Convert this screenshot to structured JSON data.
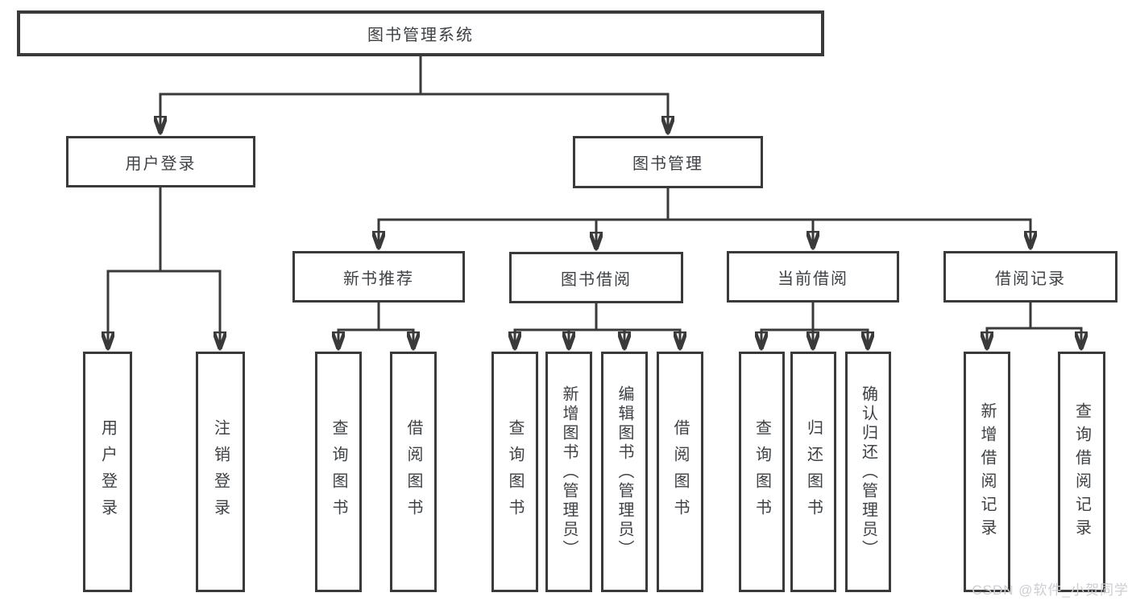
{
  "watermark": "CSDN @软件_小贺同学",
  "colors": {
    "line": "#3a3a3a",
    "text": "#3e4145",
    "background": "#ffffff",
    "watermark": "#cbced3"
  },
  "nodes": {
    "root": "图书管理系统",
    "level2": {
      "userLogin": "用户登录",
      "bookMgmt": "图书管理"
    },
    "level3": {
      "newBookRec": "新书推荐",
      "bookBorrow": "图书借阅",
      "currentBorrow": "当前借阅",
      "borrowRecords": "借阅记录"
    },
    "leaves": {
      "g1": [
        "用户登录",
        "注销登录"
      ],
      "g2": [
        "查询图书",
        "借阅图书"
      ],
      "g3": [
        "查询图书",
        "新增图书（管理员）",
        "编辑图书（管理员）",
        "借阅图书"
      ],
      "g4": [
        "查询图书",
        "归还图书",
        "确认归还（管理员）"
      ],
      "g5": [
        "新增借阅记录",
        "查询借阅记录"
      ]
    }
  }
}
